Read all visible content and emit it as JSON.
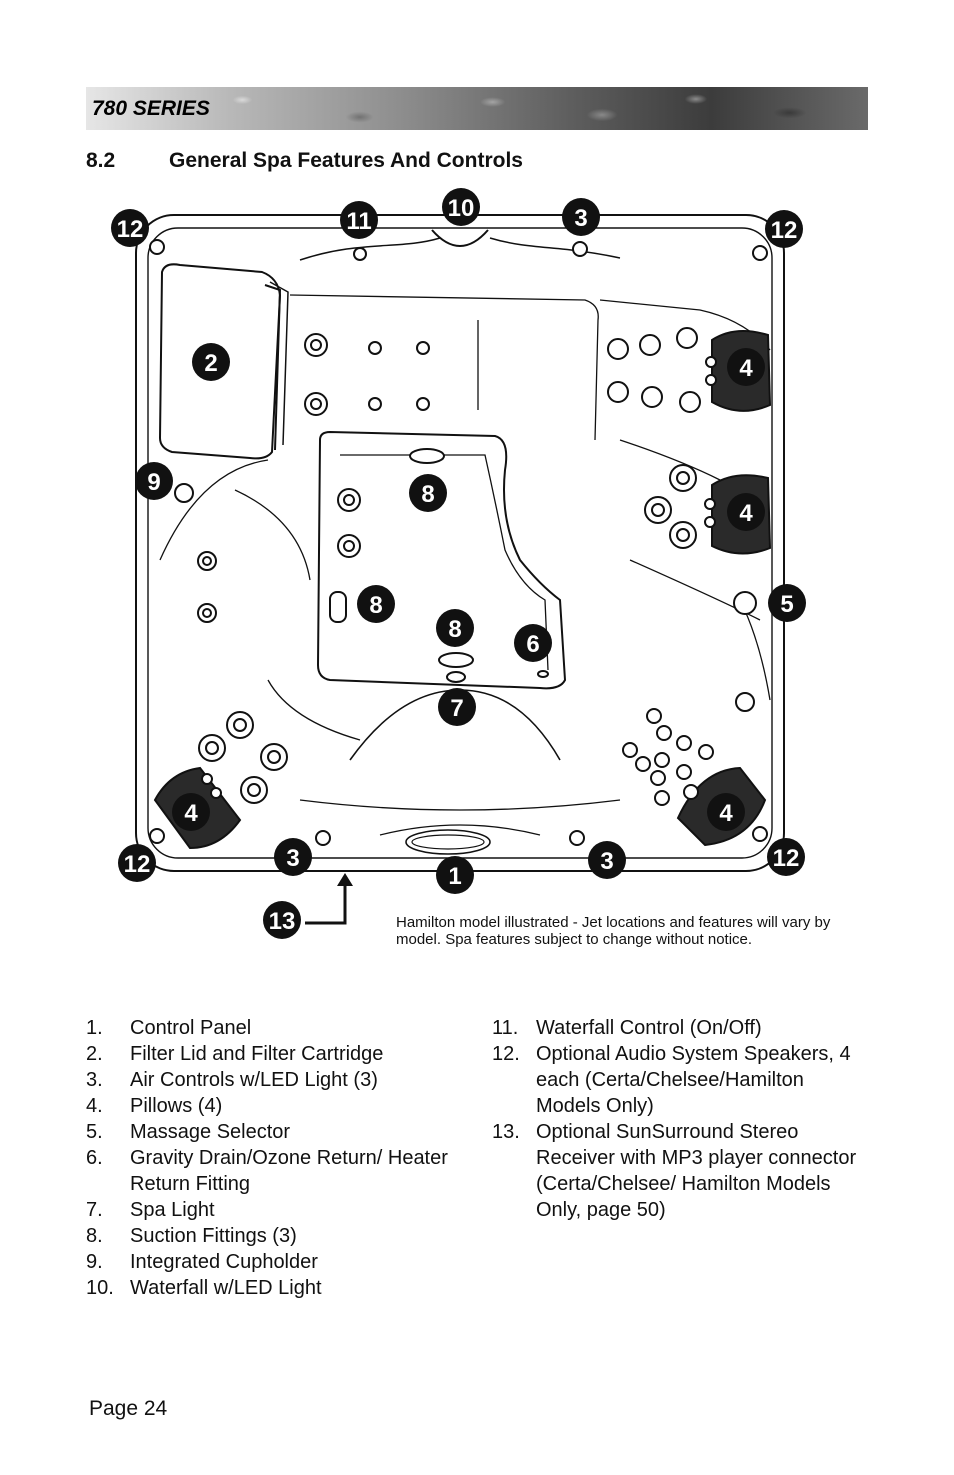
{
  "header": {
    "series_title": "780 SERIES"
  },
  "section": {
    "number": "8.2",
    "title": "General Spa Features And Controls"
  },
  "callouts": [
    "12",
    "11",
    "10",
    "3",
    "12",
    "2",
    "4",
    "9",
    "8",
    "4",
    "5",
    "8",
    "8",
    "6",
    "7",
    "4",
    "4",
    "12",
    "3",
    "1",
    "3",
    "12",
    "13"
  ],
  "caption": "Hamilton model illustrated - Jet locations and features will vary by model. Spa features subject to change without notice.",
  "features_left": [
    {
      "num": "1.",
      "label": "Control Panel"
    },
    {
      "num": "2.",
      "label": "Filter Lid and Filter Cartridge"
    },
    {
      "num": "3.",
      "label": "Air Controls w/LED Light (3)"
    },
    {
      "num": "4.",
      "label": "Pillows (4)"
    },
    {
      "num": "5.",
      "label": "Massage Selector"
    },
    {
      "num": "6.",
      "label": "Gravity Drain/Ozone Return/ Heater Return Fitting"
    },
    {
      "num": "7.",
      "label": "Spa Light"
    },
    {
      "num": "8.",
      "label": "Suction Fittings (3)"
    },
    {
      "num": "9.",
      "label": "Integrated Cupholder"
    },
    {
      "num": "10.",
      "label": "Waterfall w/LED Light"
    }
  ],
  "features_right": [
    {
      "num": "11.",
      "label": "Waterfall Control (On/Off)"
    },
    {
      "num": "12.",
      "label": "Optional Audio System Speakers, 4 each (Certa/Chelsee/Hamilton Models Only)"
    },
    {
      "num": "13.",
      "label": "Optional SunSurround Stereo Receiver with MP3 player connector (Certa/Chelsee/ Hamilton Models Only, page 50)"
    }
  ],
  "footer": {
    "page": "Page 24"
  }
}
